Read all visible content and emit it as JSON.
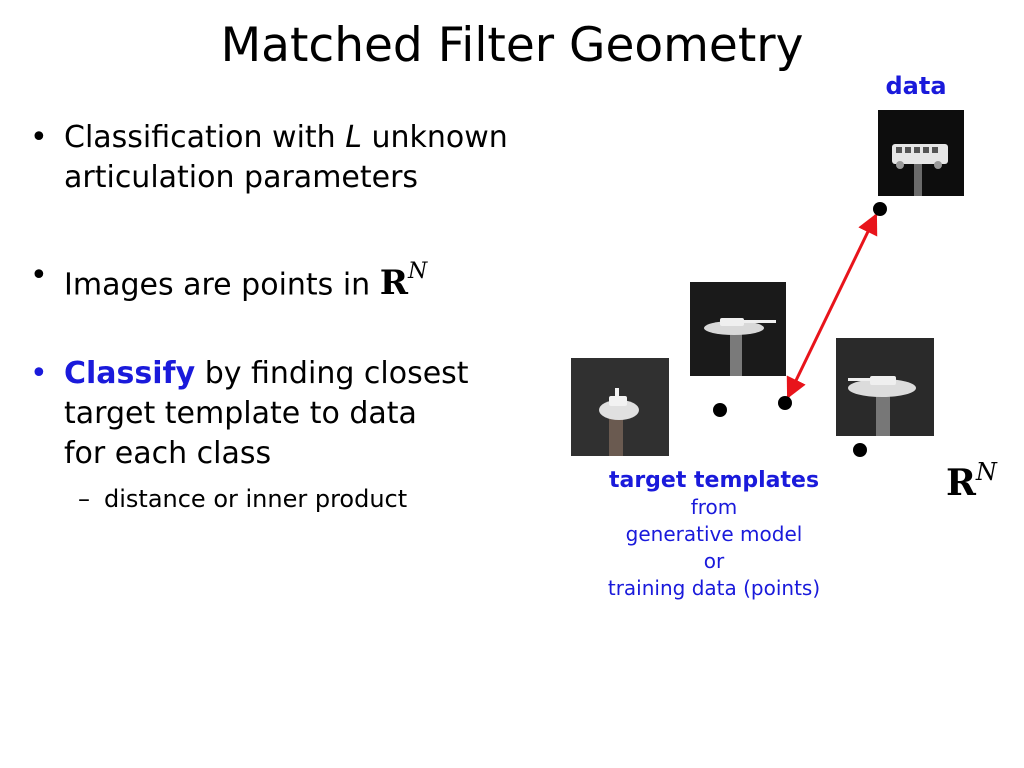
{
  "slide": {
    "title": "Matched Filter Geometry"
  },
  "bullets": {
    "b1_line1_a": "Classification with ",
    "b1_line1_var": "L",
    "b1_line1_b": " unknown",
    "b1_line2": "articulation parameters",
    "b2_text": "Images are points in ",
    "b2_rn": "R",
    "b2_rn_sup": "N",
    "b3_keyword": "Classify",
    "b3_line1_rest": " by finding closest",
    "b3_line2": "target template to data",
    "b3_line3": "for each class",
    "sub1": "distance or inner product",
    "marker": "•",
    "dash": "–"
  },
  "diagram": {
    "data_label": "data",
    "templates_heading": "target templates",
    "templates_line2": "from",
    "templates_line3": "generative model",
    "templates_line4": "or",
    "templates_line5": "training data (points)",
    "space_rn": "R",
    "space_rn_sup": "N",
    "colors": {
      "accent_blue": "#1a1adb",
      "arrow_red": "#e8141b",
      "point_black": "#000000"
    }
  }
}
